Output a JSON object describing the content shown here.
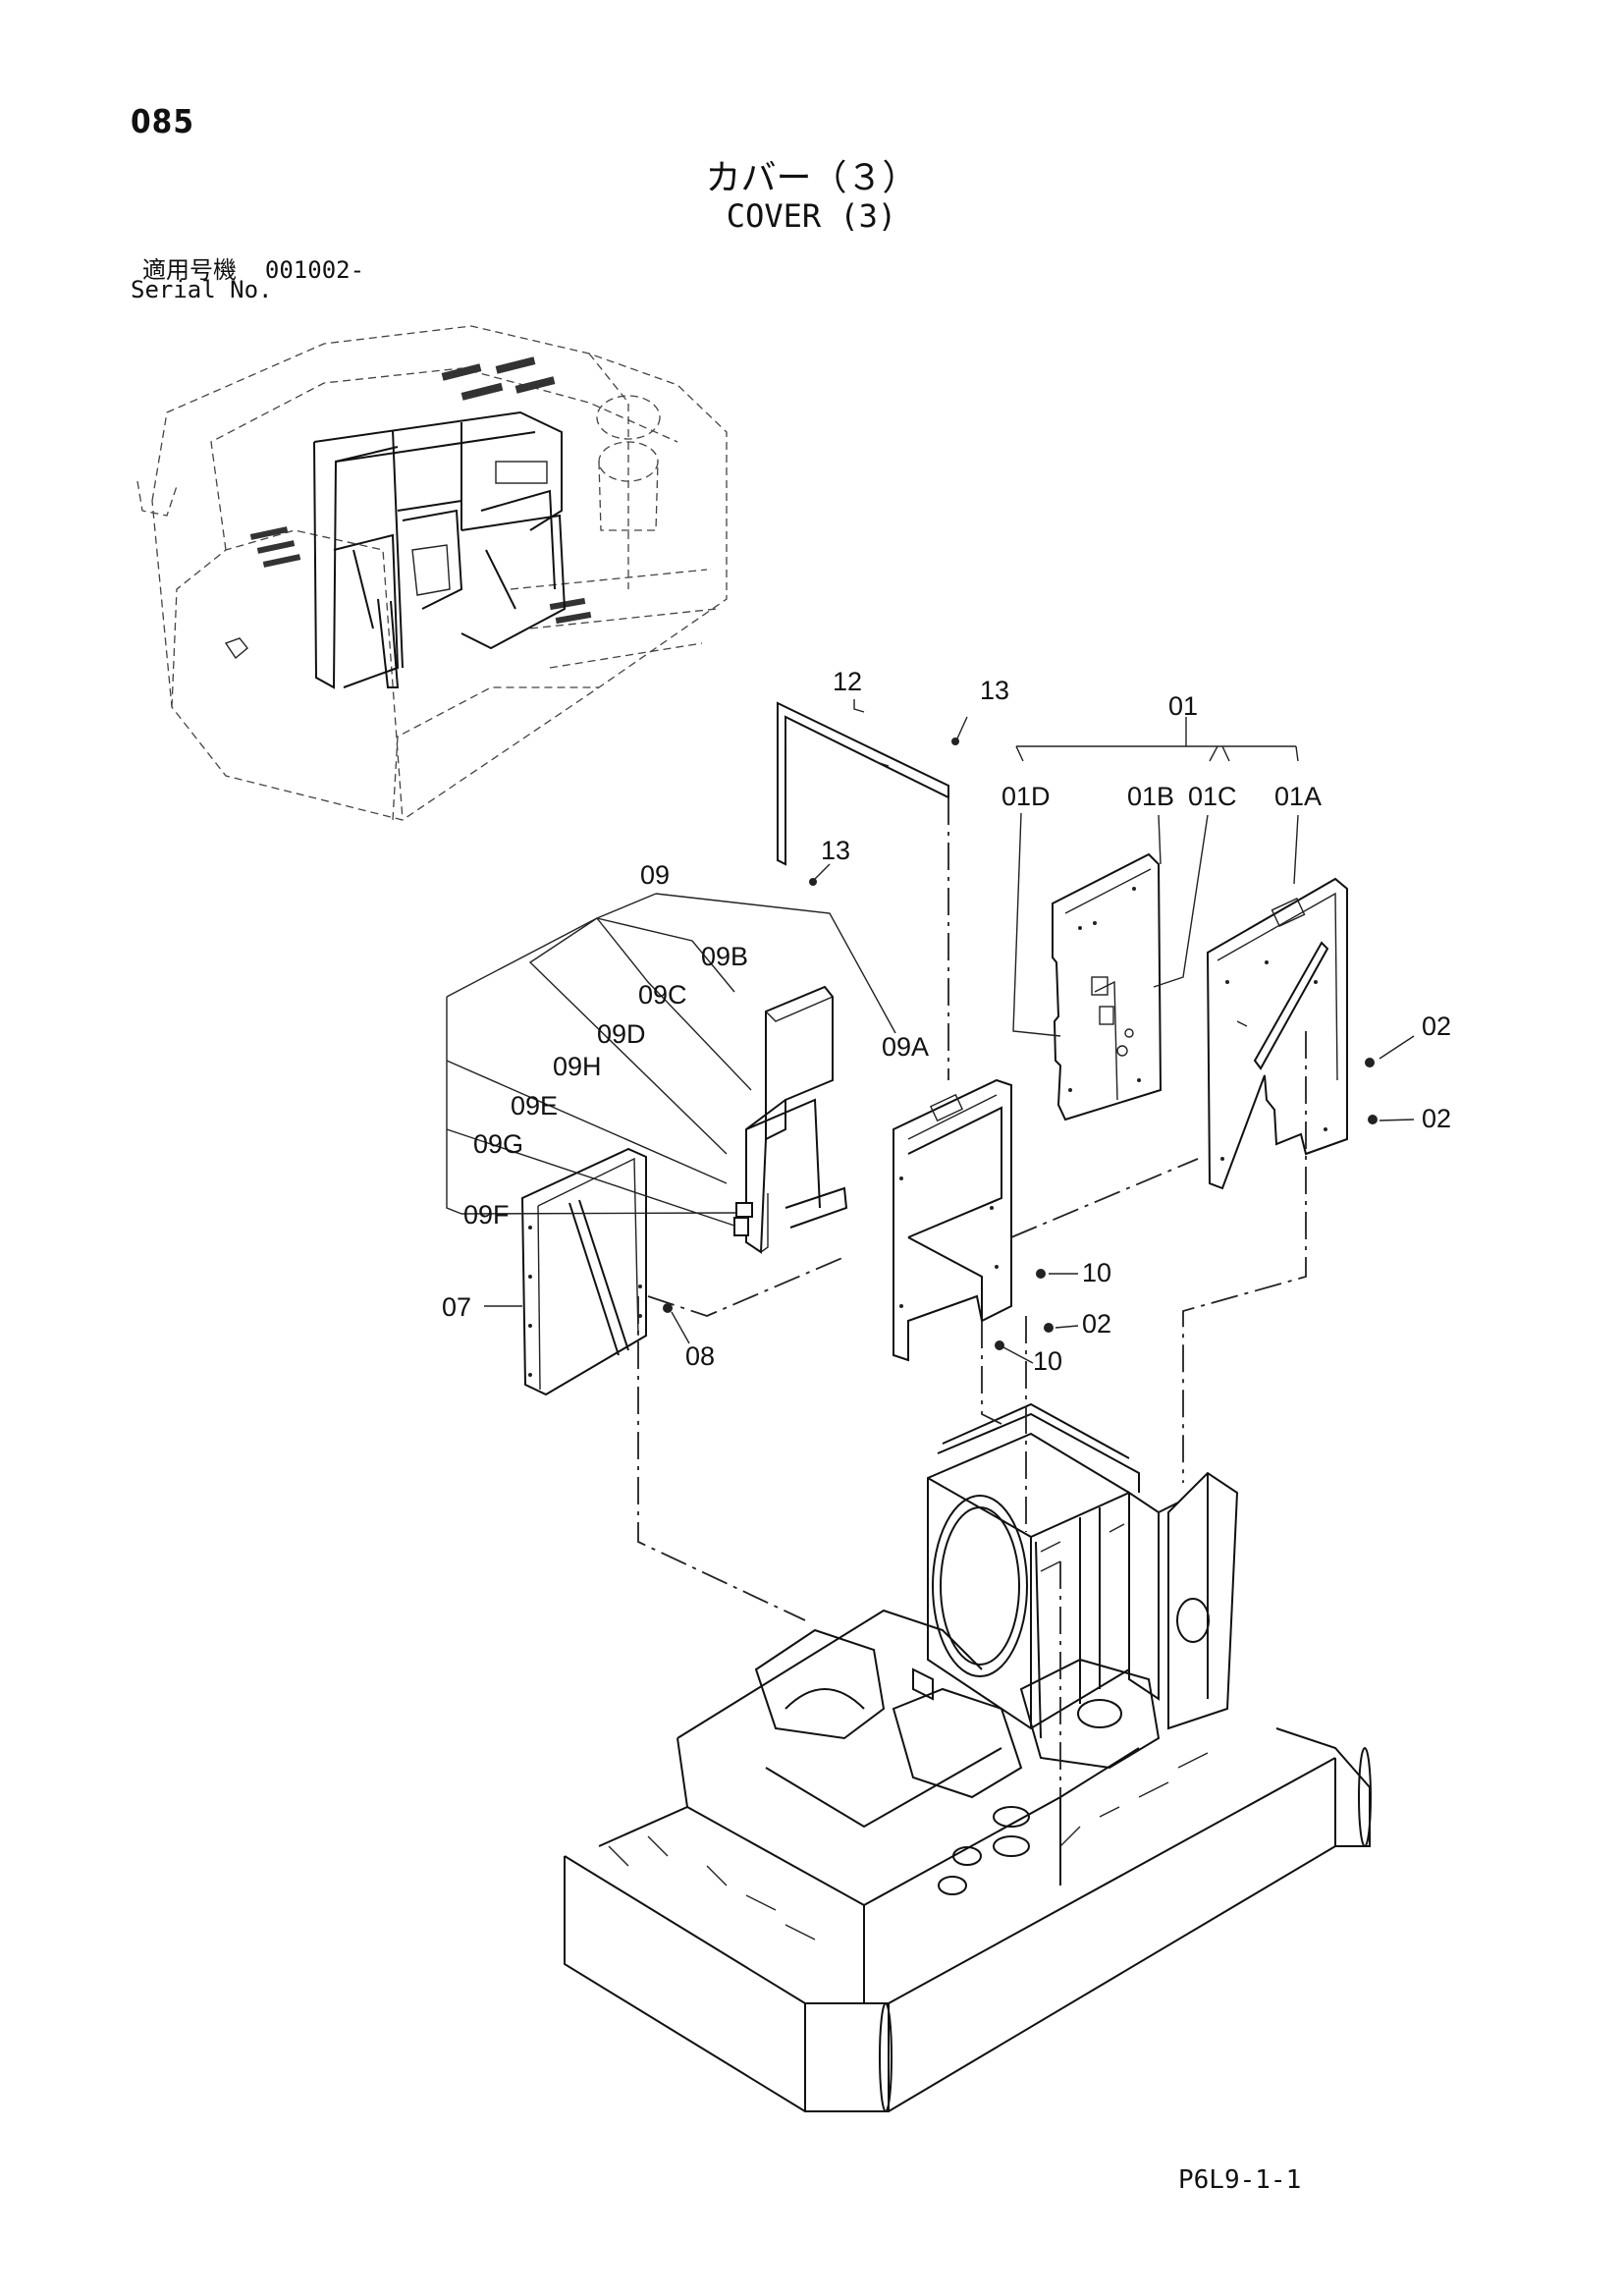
{
  "page_number": "085",
  "title_jp": "カバー（３）",
  "title_en": "COVER (3)",
  "serial_label_jp": "適用号機",
  "serial_value": "001002-",
  "serial_label_en": "Serial No.",
  "footer_code": "P6L9-1-1",
  "callouts": {
    "c12": "12",
    "c13a": "13",
    "c13b": "13",
    "c01": "01",
    "c01d": "01D",
    "c01b": "01B",
    "c01c": "01C",
    "c01a": "01A",
    "c09": "09",
    "c09b": "09B",
    "c09c": "09C",
    "c09d": "09D",
    "c09a": "09A",
    "c09h": "09H",
    "c09e": "09E",
    "c09g": "09G",
    "c09f": "09F",
    "c07": "07",
    "c08": "08",
    "c02a": "02",
    "c02b": "02",
    "c02c": "02",
    "c10a": "10",
    "c10b": "10"
  }
}
